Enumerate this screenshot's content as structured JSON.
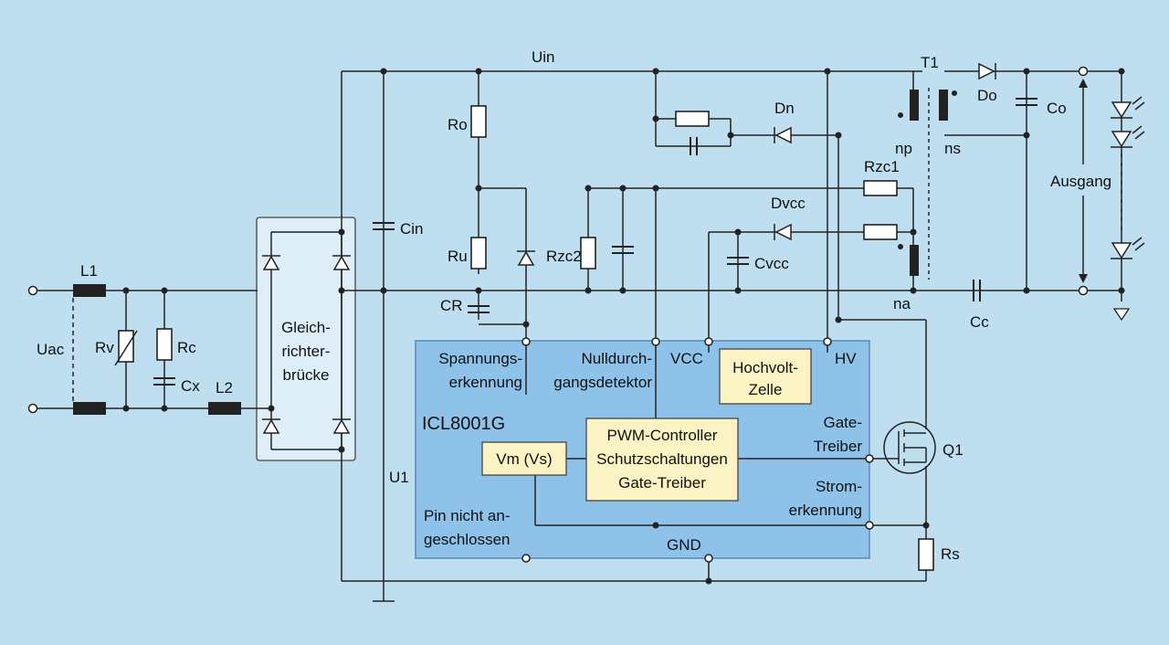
{
  "diagram": {
    "labels": {
      "uin": "Uin",
      "t1": "T1",
      "do": "Do",
      "co": "Co",
      "dn": "Dn",
      "ro": "Ro",
      "ru": "Ru",
      "cr": "CR",
      "rzc1": "Rzc1",
      "rzc2": "Rzc2",
      "dvcc": "Dvcc",
      "cvcc": "Cvcc",
      "cin": "Cin",
      "np": "np",
      "ns": "ns",
      "na": "na",
      "cc": "Cc",
      "ausgang": "Ausgang",
      "l1": "L1",
      "l2": "L2",
      "uac": "Uac",
      "rv": "Rv",
      "rc": "Rc",
      "cx": "Cx",
      "u1": "U1",
      "q1": "Q1",
      "rs": "Rs",
      "bridge_l1": "Gleich-",
      "bridge_l2": "richter-",
      "bridge_l3": "brücke"
    },
    "chip": {
      "name": "ICL8001G",
      "spannung_1": "Spannungs-",
      "spannung_2": "erkennung",
      "null_1": "Nulldurch-",
      "null_2": "gangsdetektor",
      "vcc": "VCC",
      "hv": "HV",
      "hochvolt_1": "Hochvolt-",
      "hochvolt_2": "Zelle",
      "gate_1": "Gate-",
      "gate_2": "Treiber",
      "strom_1": "Strom-",
      "strom_2": "erkennung",
      "pin_1": "Pin nicht an-",
      "pin_2": "geschlossen",
      "gnd": "GND",
      "vm": "Vm (Vs)",
      "pwm_1": "PWM-Controller",
      "pwm_2": "Schutzschaltungen",
      "pwm_3": "Gate-Treiber"
    },
    "colors": {
      "background": "#bfdff0",
      "chip_fill": "#8fc2e8",
      "block_fill": "#fbf3c4",
      "bridge_fill": "#ddeef8",
      "wire": "#222222"
    }
  }
}
